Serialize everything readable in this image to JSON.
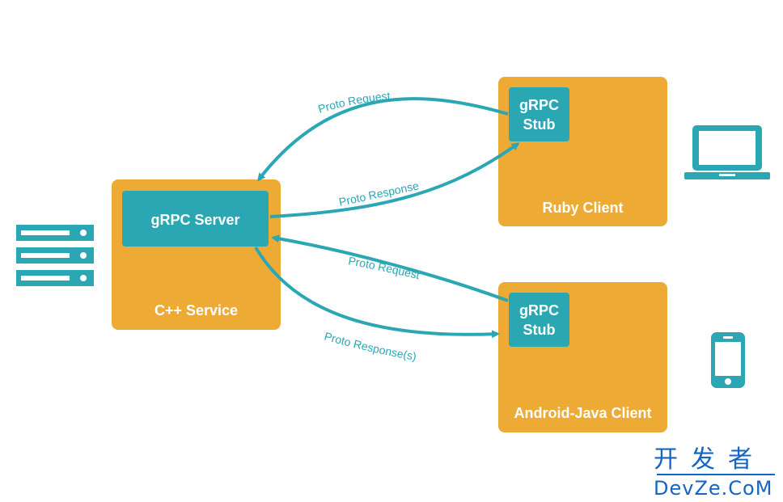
{
  "colors": {
    "service_box": "#EDAB36",
    "grpc_component": "#2BA7B3",
    "arrow": "#2BA7B3",
    "icon": "#2BA7B3",
    "watermark": "#1565c0"
  },
  "service": {
    "label": "C++ Service",
    "server_label": "gRPC Server"
  },
  "ruby_client": {
    "label": "Ruby Client",
    "stub_line1": "gRPC",
    "stub_line2": "Stub"
  },
  "android_client": {
    "label": "Android-Java Client",
    "stub_line1": "gRPC",
    "stub_line2": "Stub"
  },
  "arrows": {
    "ruby_request": "Proto Request",
    "ruby_response": "Proto Response",
    "android_request": "Proto Request",
    "android_response": "Proto Response(s)"
  },
  "icons": {
    "server": "server-rack-icon",
    "laptop": "laptop-icon",
    "phone": "smartphone-icon"
  },
  "watermark": {
    "chinese": "开发者",
    "latin": "DevZe.CoM"
  }
}
